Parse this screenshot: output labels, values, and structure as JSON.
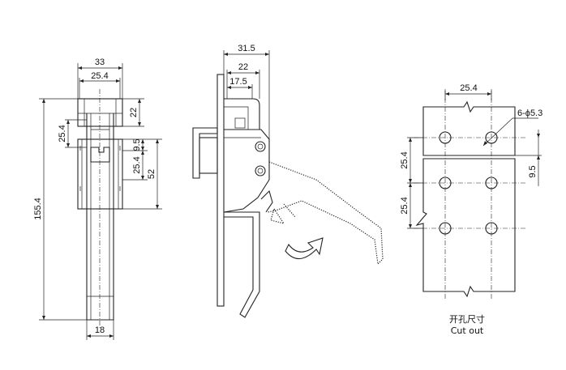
{
  "front_view": {
    "width_top": "33",
    "width_inner": "25.4",
    "height_top": "22",
    "left_pitch": "25.4",
    "pitch_9_5": "9.5",
    "pitch_25_4": "25.4",
    "height_52": "52",
    "total_height": "155.4",
    "bottom_width": "18"
  },
  "side_view": {
    "width_31_5": "31.5",
    "width_22": "22",
    "width_17_5": "17.5"
  },
  "cutout": {
    "width": "25.4",
    "hole_spec": "6-ϕ5.3",
    "pitch_upper": "25.4",
    "pitch_lower": "25.4",
    "offset": "9.5",
    "caption_cn": "开孔尺寸",
    "caption_en": "Cut out"
  }
}
